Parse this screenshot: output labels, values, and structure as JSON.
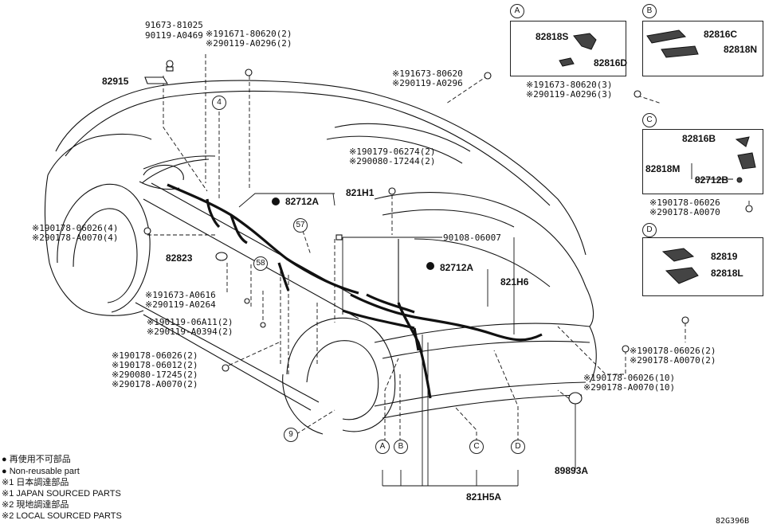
{
  "labels": {
    "p91673_81025": "91673-81025",
    "p90119_A0469": "90119-A0469",
    "s191671_80620": "※191671-80620(2)",
    "s290119_A0296_2": "※290119-A0296(2)",
    "p82915": "82915",
    "s191673_80620": "※191673-80620",
    "s290119_A0296": "※290119-A0296",
    "s191673_80620_3": "※191673-80620(3)",
    "s290119_A0296_3": "※290119-A0296(3)",
    "s190179_06274": "※190179-06274(2)",
    "s290080_17244": "※290080-17244(2)",
    "p82712A_1": "82712A",
    "p821H1": "821H1",
    "s190178_06026_4": "※190178-06026(4)",
    "s290178_A0070_4": "※290178-A0070(4)",
    "p90108_06007": "90108-06007",
    "p82823": "82823",
    "p82712A_2": "82712A",
    "p821H6": "821H6",
    "s191673_A0616": "※191673-A0616",
    "s290119_A0264": "※290119-A0264",
    "s190119_06A11": "※190119-06A11(2)",
    "s290119_A0394": "※290119-A0394(2)",
    "s190178_06026_2a": "※190178-06026(2)",
    "s190178_06012": "※190178-06012(2)",
    "s290080_17245": "※290080-17245(2)",
    "s290178_A0070_2a": "※290178-A0070(2)",
    "s190178_06026_10": "※190178-06026(10)",
    "s290178_A0070_10": "※290178-A0070(10)",
    "s190178_06026_2b": "※190178-06026(2)",
    "s290178_A0070_2b": "※290178-A0070(2)",
    "s190178_06026_c": "※190178-06026",
    "s290178_A0070_c": "※290178-A0070",
    "p89893A": "89893A",
    "p821H5A": "821H5A",
    "p82818S": "82818S",
    "p82816D": "82816D",
    "p82816C": "82816C",
    "p82818N": "82818N",
    "p82816B": "82816B",
    "p82818M": "82818M",
    "p82712B": "82712B",
    "p82819": "82819",
    "p82818L": "82818L",
    "diagram_code": "82G396B"
  },
  "circled": {
    "n4": "4",
    "n57": "57",
    "n58": "58",
    "n9": "9",
    "A": "A",
    "B": "B",
    "C": "C",
    "D": "D",
    "A2": "A",
    "B2": "B",
    "C2": "C",
    "D2": "D"
  },
  "legend": {
    "line1": "● 再使用不可部品",
    "line2": "● Non-reusable part",
    "line3": "※1 日本調達部品",
    "line4": "※1 JAPAN SOURCED PARTS",
    "line5": "※2 現地調達部品",
    "line6": "※2 LOCAL SOURCED PARTS"
  }
}
